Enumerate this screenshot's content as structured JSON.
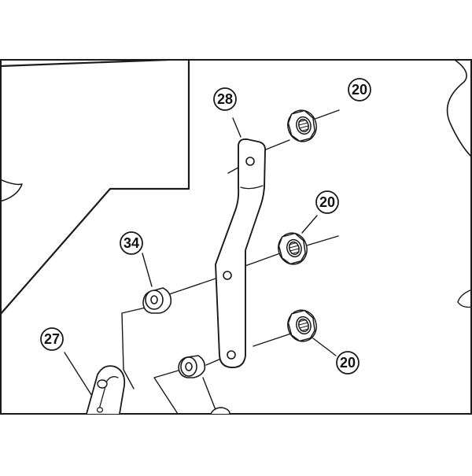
{
  "figure": {
    "frame_color": "#1a1a1a",
    "callouts": [
      {
        "id": "callout-28",
        "label": "28"
      },
      {
        "id": "callout-20-top",
        "label": "20"
      },
      {
        "id": "callout-20-middle",
        "label": "20"
      },
      {
        "id": "callout-20-bottom",
        "label": "20"
      },
      {
        "id": "callout-34",
        "label": "34"
      },
      {
        "id": "callout-27",
        "label": "27"
      }
    ]
  }
}
